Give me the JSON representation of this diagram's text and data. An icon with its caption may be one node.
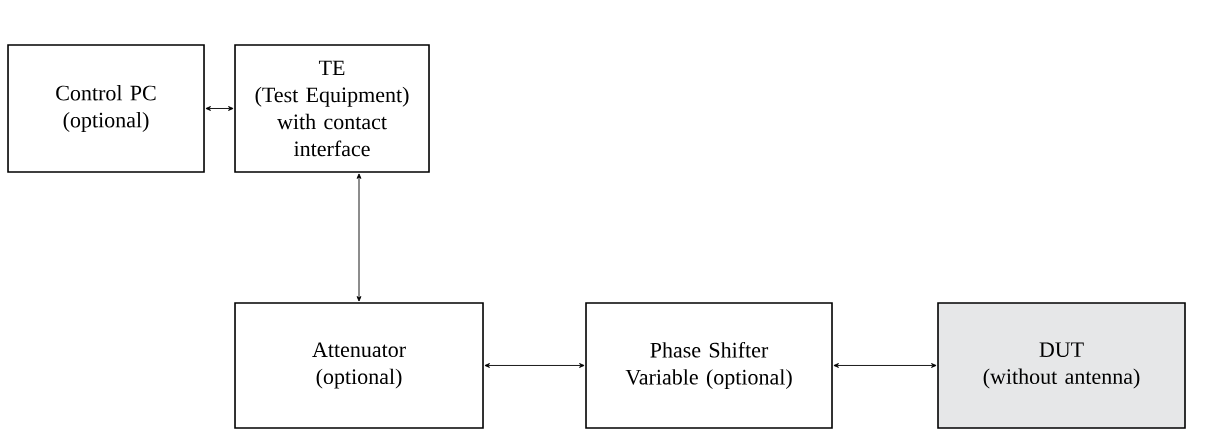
{
  "diagram": {
    "nodes": [
      {
        "text": [
          "Control PC (optional)"
        ]
      },
      {
        "text": [
          "TE",
          "(Test Equipment) with contact interface"
        ]
      },
      {
        "text": [
          "Attenuator (optional)"
        ]
      },
      {
        "text": [
          "Phase Shifter Variable (optional)"
        ]
      },
      {
        "text": [
          "DUT",
          "(without antenna)"
        ]
      }
    ],
    "edges": [
      {
        "from": 0,
        "to": 1,
        "arrow": "both"
      },
      {
        "from": 1,
        "to": 2,
        "arrow": "both"
      },
      {
        "from": 2,
        "to": 3,
        "arrow": "both"
      },
      {
        "from": 3,
        "to": 4,
        "arrow": "both"
      }
    ]
  }
}
